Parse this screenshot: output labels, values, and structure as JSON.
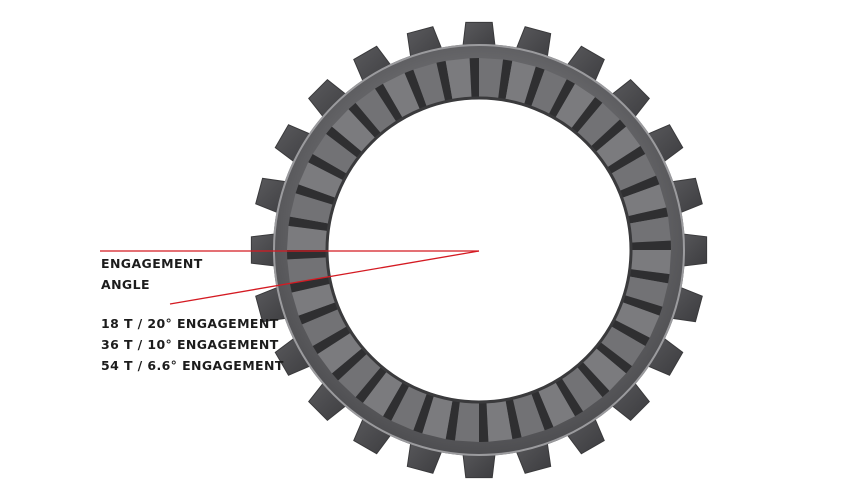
{
  "labels": {
    "angle_title_line1": "ENGAGEMENT",
    "angle_title_line2": "ANGLE"
  },
  "specs": [
    "18 T / 20° ENGAGEMENT",
    "36 T / 10° ENGAGEMENT",
    "54 T / 6.6° ENGAGEMENT"
  ],
  "colors": {
    "background": "#ffffff",
    "gear_outer": "#6e6e70",
    "gear_tooth": "#4a4a4c",
    "gear_dark": "#2e2e30",
    "gear_highlight": "#b5b5b8",
    "angle_line": "#d41a22",
    "text": "#1c1c1c"
  },
  "icons": {
    "main_graphic": "ratchet-ring-gear"
  }
}
